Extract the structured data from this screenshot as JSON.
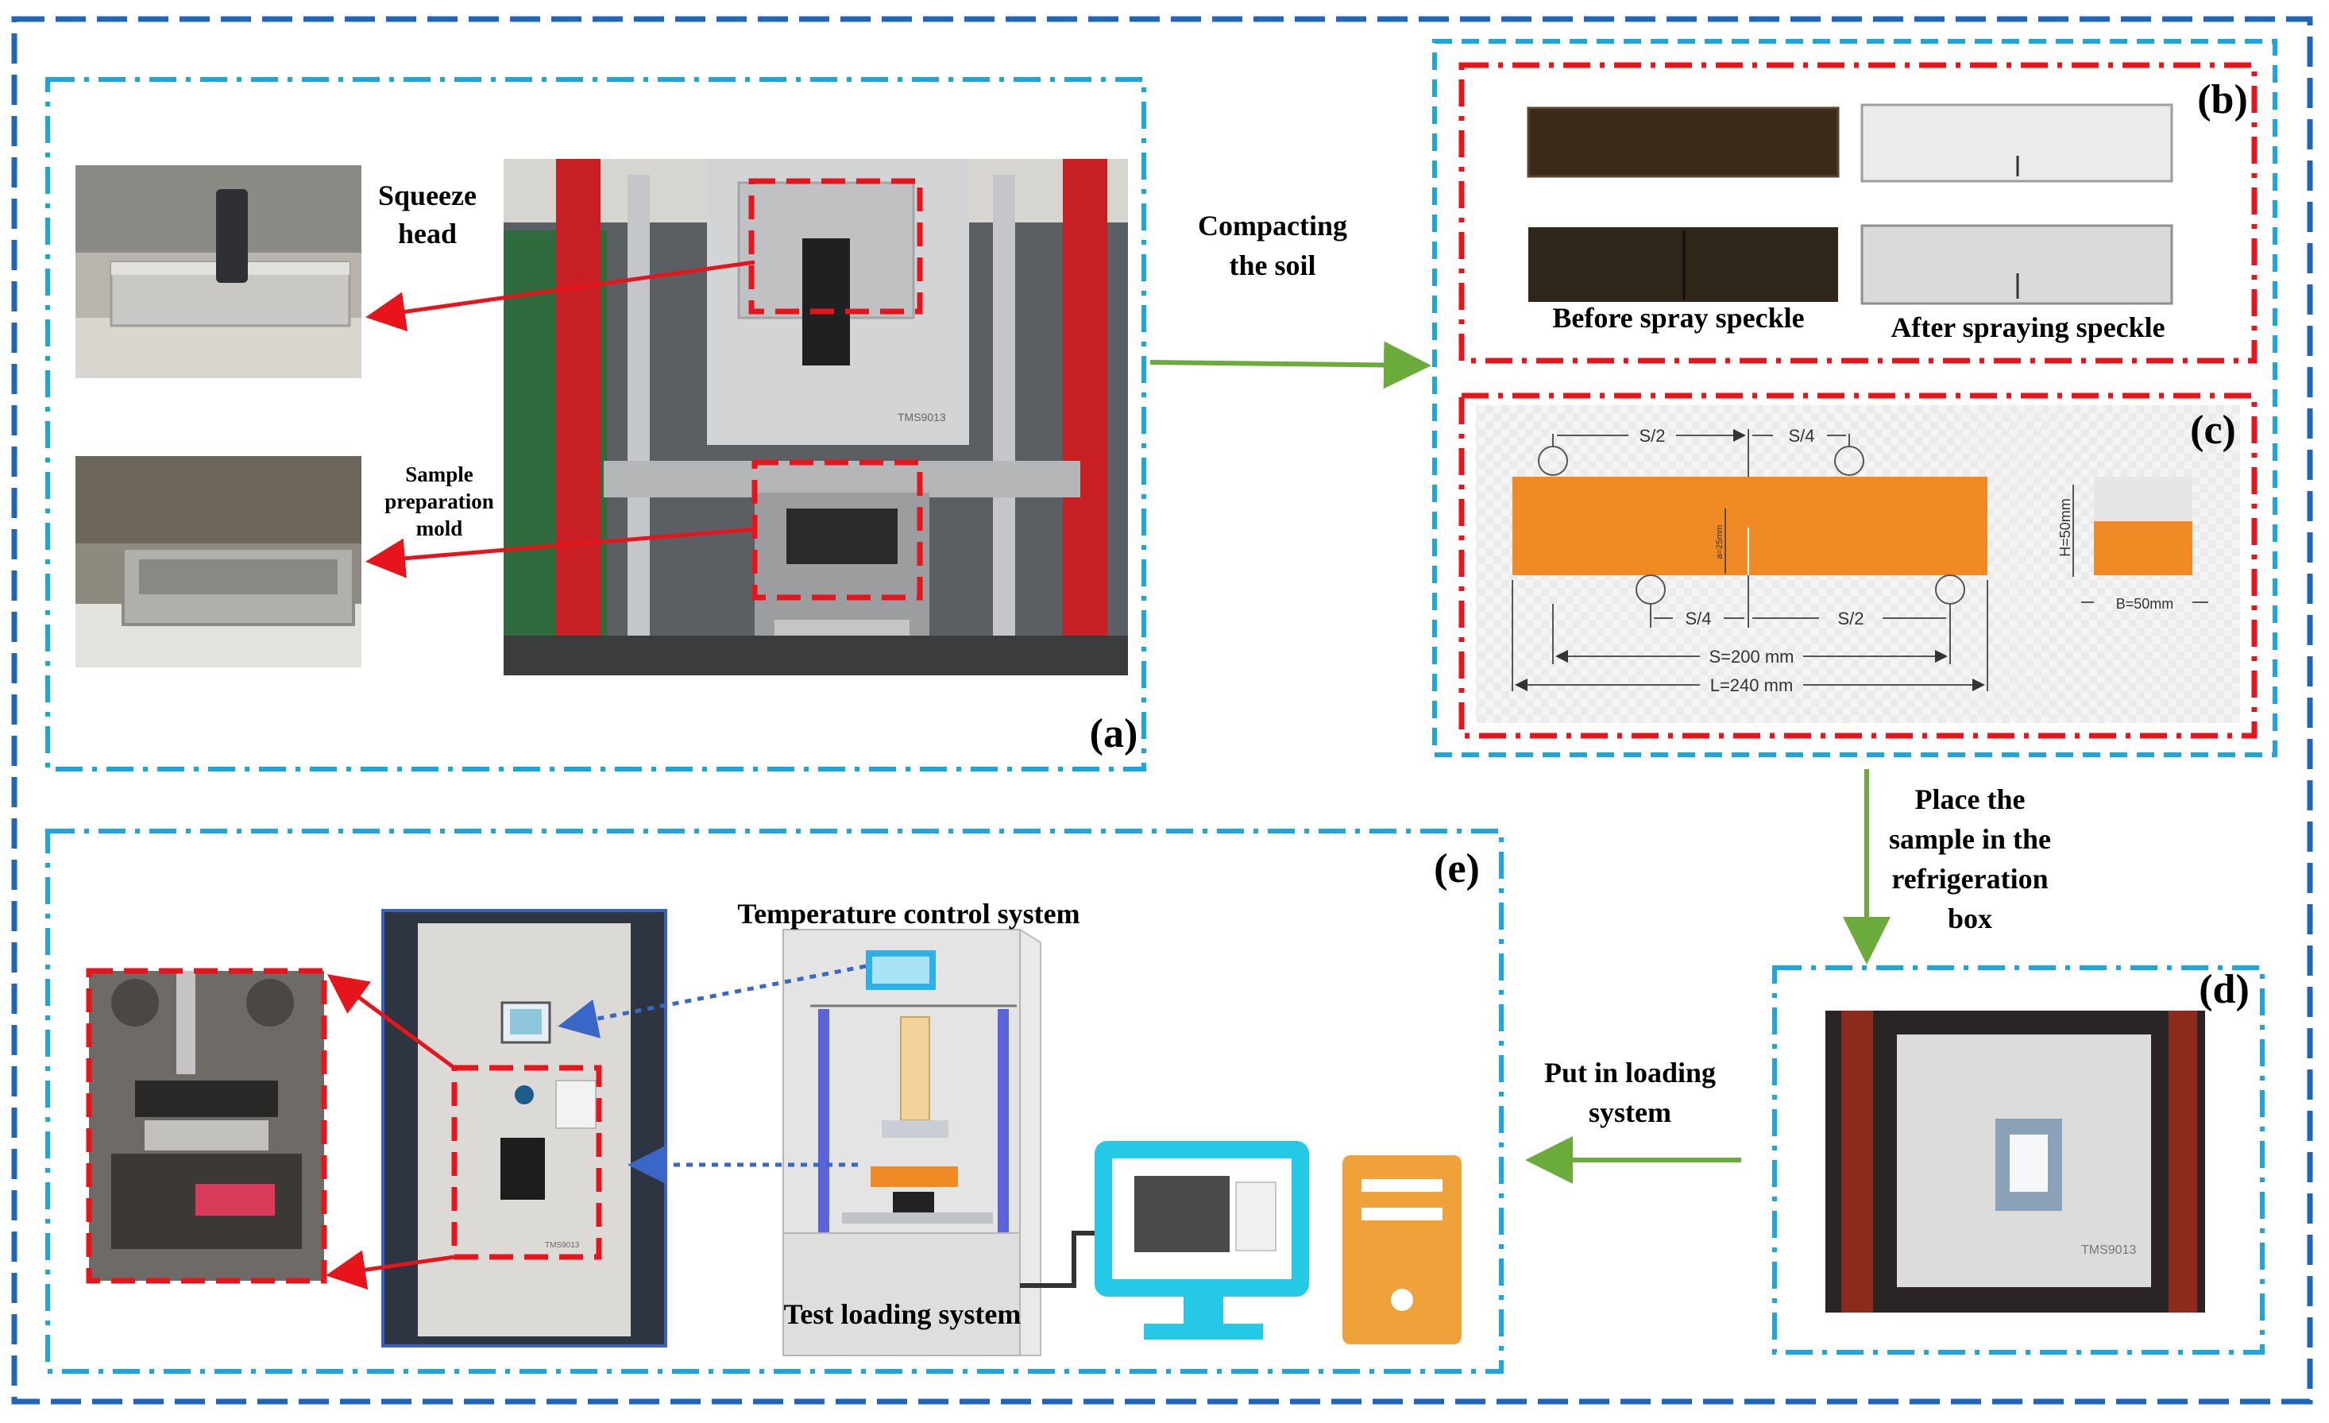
{
  "panels": {
    "a": "(a)",
    "b": "(b)",
    "c": "(c)",
    "d": "(d)",
    "e": "(e)"
  },
  "panel_a": {
    "squeeze_head": [
      "Squeeze",
      "head"
    ],
    "mold": [
      "Sample",
      "preparation",
      "mold"
    ],
    "machine_label": "TMS9013"
  },
  "panel_b": {
    "before": "Before spray speckle",
    "after": "After spraying speckle"
  },
  "panel_c": {
    "s_half_top": "S/2",
    "s_quarter_top": "S/4",
    "s_quarter_bottom": "S/4",
    "s_half_bottom": "S/2",
    "notch": "a=25mm",
    "span": "S=200 mm",
    "length": "L=240 mm",
    "height": "H=50mm",
    "width": "B=50mm"
  },
  "panel_d": {
    "machine_label": "TMS9013"
  },
  "panel_e": {
    "temp_control": "Temperature control system",
    "loading_system": "Test loading system",
    "machine_label": "TMS9013"
  },
  "arrows": {
    "compacting": [
      "Compacting",
      "the soil"
    ],
    "place": [
      "Place the",
      "sample in the",
      "refrigeration",
      "box"
    ],
    "put": [
      "Put in loading",
      "system"
    ]
  },
  "colors": {
    "outer_border": "#1f66b8",
    "panel_border": "#1aa7e0",
    "highlight": "#e8141b",
    "flow_arrow": "#6aab3c",
    "beam": "#f08a24",
    "column": "#5b63d8",
    "monitor": "#25c9e6",
    "tower": "#f0a23a"
  }
}
